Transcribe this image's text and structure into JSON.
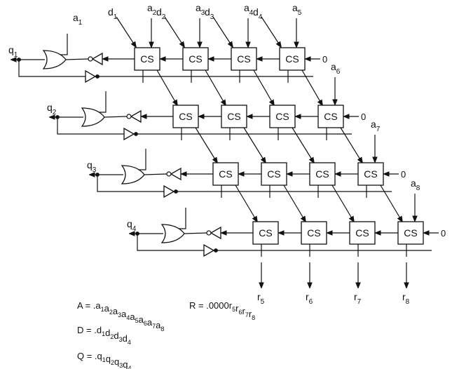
{
  "cell_label": "CS",
  "zero_input": "0",
  "a_inputs": [
    {
      "base": "a",
      "sub": "1"
    },
    {
      "base": "a",
      "sub": "2"
    },
    {
      "base": "a",
      "sub": "3"
    },
    {
      "base": "a",
      "sub": "4"
    },
    {
      "base": "a",
      "sub": "5"
    },
    {
      "base": "a",
      "sub": "6"
    },
    {
      "base": "a",
      "sub": "7"
    },
    {
      "base": "a",
      "sub": "8"
    }
  ],
  "d_inputs": [
    {
      "base": "d",
      "sub": "1"
    },
    {
      "base": "d",
      "sub": "2"
    },
    {
      "base": "d",
      "sub": "3"
    },
    {
      "base": "d",
      "sub": "4"
    }
  ],
  "q_outputs": [
    {
      "base": "q",
      "sub": "1"
    },
    {
      "base": "q",
      "sub": "2"
    },
    {
      "base": "q",
      "sub": "3"
    },
    {
      "base": "q",
      "sub": "4"
    }
  ],
  "r_outputs": [
    {
      "base": "r",
      "sub": "5"
    },
    {
      "base": "r",
      "sub": "6"
    },
    {
      "base": "r",
      "sub": "7"
    },
    {
      "base": "r",
      "sub": "8"
    }
  ],
  "equations": [
    {
      "lhs": "A = .",
      "terms": [
        [
          "a",
          "1"
        ],
        [
          "a",
          "2"
        ],
        [
          "a",
          "3"
        ],
        [
          "a",
          "4"
        ],
        [
          "a",
          "5"
        ],
        [
          "a",
          "6"
        ],
        [
          "a",
          "7"
        ],
        [
          "a",
          "8"
        ]
      ]
    },
    {
      "lhs": "R = .0000",
      "terms": [
        [
          "r",
          "5"
        ],
        [
          "r",
          "6"
        ],
        [
          "r",
          "7"
        ],
        [
          "r",
          "8"
        ]
      ]
    },
    {
      "lhs": "D = .",
      "terms": [
        [
          "d",
          "1"
        ],
        [
          "d",
          "2"
        ],
        [
          "d",
          "3"
        ],
        [
          "d",
          "4"
        ]
      ]
    },
    {
      "lhs": "Q = .",
      "terms": [
        [
          "q",
          "1"
        ],
        [
          "q",
          "2"
        ],
        [
          "q",
          "3"
        ],
        [
          "q",
          "4"
        ]
      ]
    }
  ]
}
